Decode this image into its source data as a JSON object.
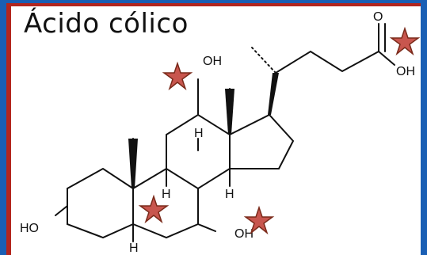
{
  "title": "Ácido cólico",
  "labels": {
    "carbonyl_o": "O",
    "acid_oh": "OH",
    "oh_top": "OH",
    "oh_left": "HO",
    "oh_right": "OH",
    "h_c9": "H",
    "h_c14": "H",
    "h_c8": "H",
    "h_c5": "H"
  },
  "colors": {
    "background": "#1a5fb4",
    "frame": "#b3261e",
    "star_fill": "#c8564e",
    "star_stroke": "#7a2a1a"
  },
  "icons": [
    "star-icon"
  ]
}
